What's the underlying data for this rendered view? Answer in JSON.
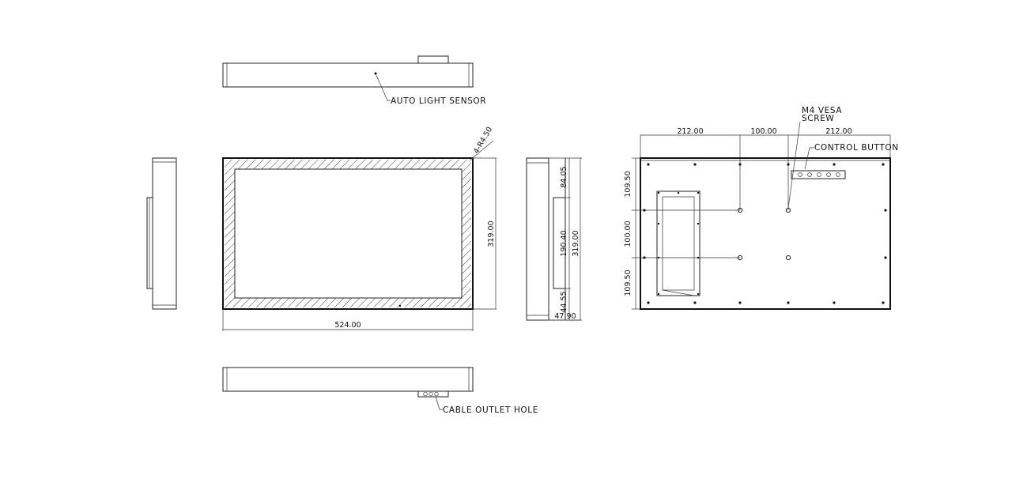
{
  "callouts": {
    "auto_light_sensor": "AUTO LIGHT SENSOR",
    "cable_outlet_hole": "CABLE OUTLET HOLE",
    "m4_vesa_line1": "M4 VESA",
    "m4_vesa_line2": "SCREW",
    "control_button": "CONTROL BUTTON",
    "corner_radius": "4-R4.50"
  },
  "dimensions": {
    "front_width": "524.00",
    "front_height": "319.00",
    "side_top": "84.05",
    "side_middle": "190.40",
    "side_bottom": "44.55",
    "side_height": "319.00",
    "side_depth": "47.90",
    "rear_left": "212.00",
    "rear_center": "100.00",
    "rear_right": "212.00",
    "rear_v_top": "109.50",
    "rear_v_middle": "100.00",
    "rear_v_bottom": "109.50"
  },
  "colors": {
    "line": "#111111",
    "background": "#ffffff"
  }
}
